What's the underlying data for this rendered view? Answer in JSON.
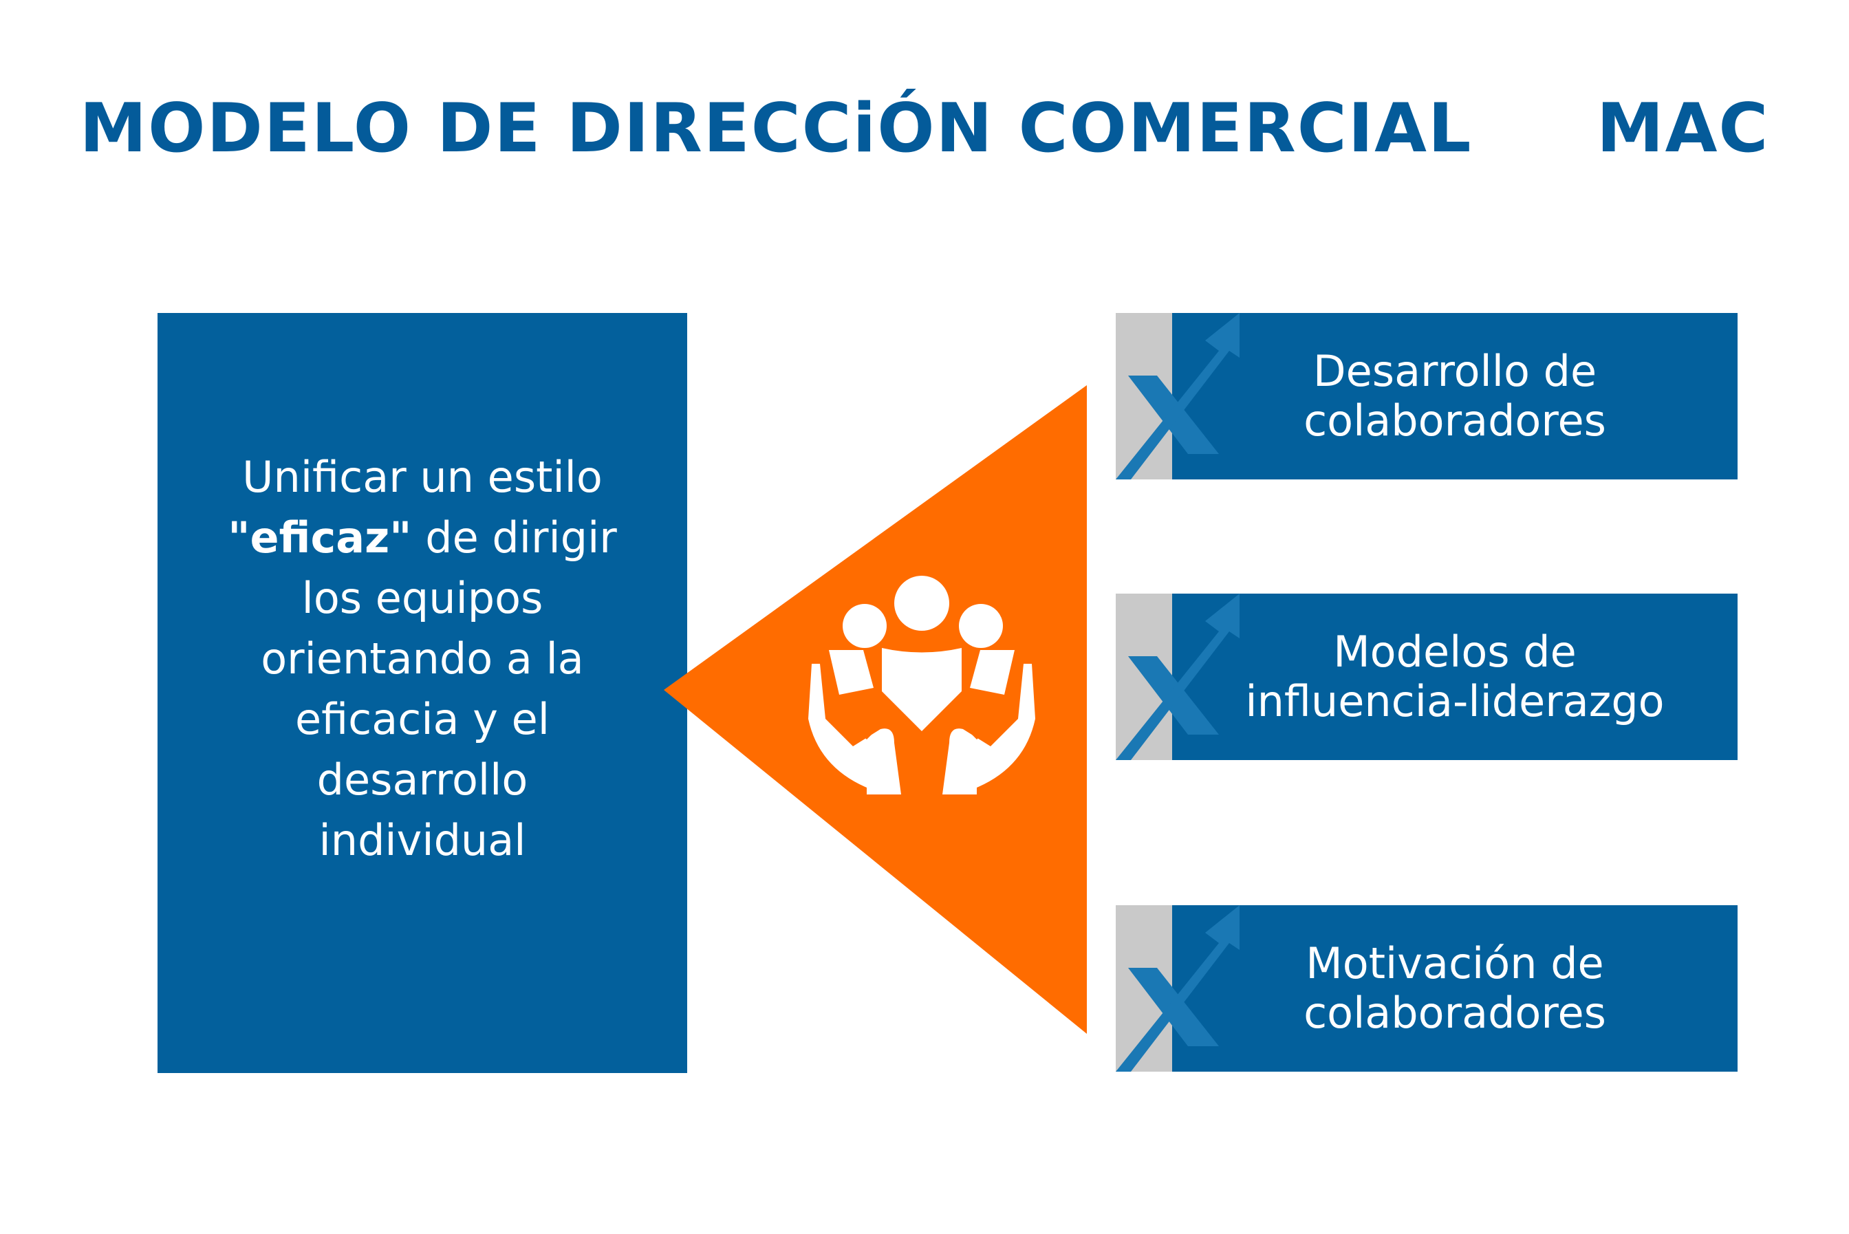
{
  "title": "MODELO DE DIRECCiÓN COMERCIAL     MAC",
  "main_box": {
    "line1": "Unificar un estilo",
    "highlight": "\"eficaz\"",
    "line2_rest": " de dirigir",
    "line3": "los equipos",
    "line4": "orientando a la",
    "line5": "eficacia y el",
    "line6": "desarrollo",
    "line7": "individual"
  },
  "center_icon": "people-in-hands-icon",
  "items": [
    {
      "line1": "Desarrollo de",
      "line2": "colaboradores",
      "icon": "x-growth-arrow-icon"
    },
    {
      "line1": "Modelos de",
      "line2": "influencia-liderazgo",
      "icon": "x-growth-arrow-icon"
    },
    {
      "line1": "Motivación de",
      "line2": "colaboradores",
      "icon": "x-growth-arrow-icon"
    }
  ],
  "colors": {
    "primary_blue": "#03609c",
    "title_blue": "#045b9a",
    "accent_orange": "#ff6c00",
    "gray_strip": "#c9c9c9",
    "mark_blue": "#1a78b4"
  }
}
